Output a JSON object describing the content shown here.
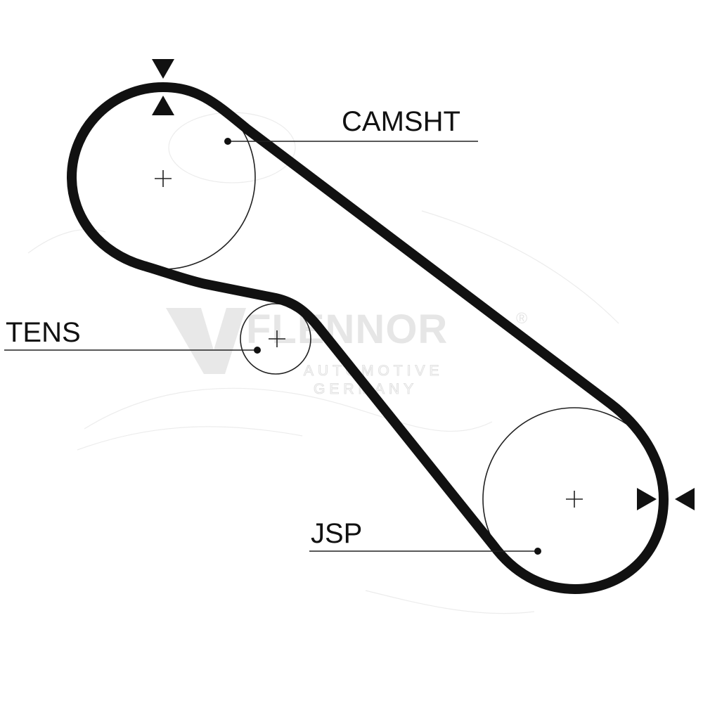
{
  "diagram": {
    "labels": {
      "camshaft": "CAMSHT",
      "tensioner": "TENS",
      "crankshaft": "JSP"
    },
    "watermark": {
      "brand": "FLENNOR",
      "registered": "®",
      "line1": "AUTOMOTIVE",
      "line2": "GERMANY"
    },
    "colors": {
      "belt": "#111111",
      "pulley": "#222222",
      "text": "#111111",
      "watermark": "#e6e6e6"
    }
  }
}
